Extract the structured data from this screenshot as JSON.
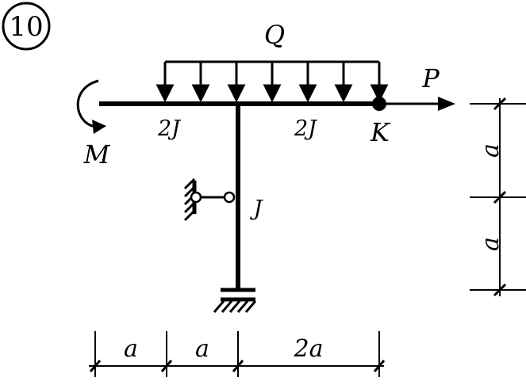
{
  "problem_number": "10",
  "loads": {
    "distributed": "Q",
    "force": "P",
    "moment": "M"
  },
  "point_label": "K",
  "stiffness": {
    "left_beam": "2J",
    "right_beam": "2J",
    "column": "J"
  },
  "dimensions": {
    "bottom": [
      "a",
      "a",
      "2a"
    ],
    "right": [
      "a",
      "a"
    ]
  }
}
